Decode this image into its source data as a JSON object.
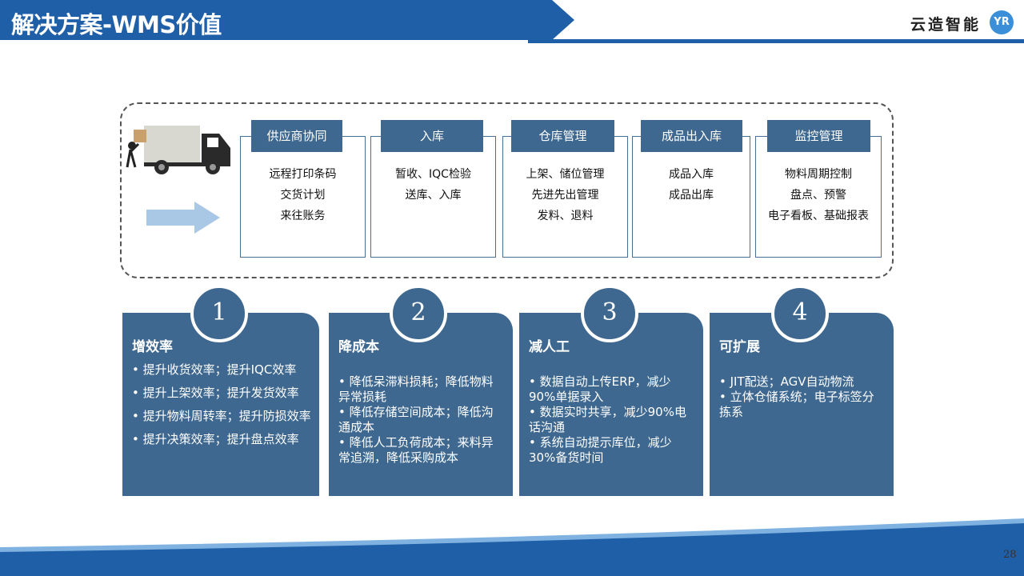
{
  "header": {
    "title": "解决方案-WMS价值",
    "logo_text": "云造智能",
    "logo_mark": "YR"
  },
  "modules": [
    {
      "title": "供应商协同",
      "items": [
        "远程打印条码",
        "交货计划",
        "来往账务"
      ]
    },
    {
      "title": "入库",
      "items": [
        "暂收、IQC检验",
        "送库、入库"
      ]
    },
    {
      "title": "仓库管理",
      "items": [
        "上架、储位管理",
        "先进先出管理",
        "发料、退料"
      ]
    },
    {
      "title": "成品出入库",
      "items": [
        "成品入库",
        "成品出库"
      ]
    },
    {
      "title": "监控管理",
      "items": [
        "物料周期控制",
        "盘点、预警",
        "电子看板、基础报表"
      ]
    }
  ],
  "values": [
    {
      "num": "1",
      "title": "增效率",
      "items": [
        "•  提升收货效率；提升IQC效率",
        "•  提升上架效率；提升发货效率",
        "•  提升物料周转率；提升防损效率",
        "•  提升决策效率；提升盘点效率"
      ]
    },
    {
      "num": "2",
      "title": "降成本",
      "items": [
        "•  降低呆滞料损耗；降低物料异常损耗",
        "•  降低存储空间成本；降低沟通成本",
        "•  降低人工负荷成本；来料异常追溯，降低采购成本"
      ]
    },
    {
      "num": "3",
      "title": "减人工",
      "items": [
        "•  数据自动上传ERP，减少90%单据录入",
        "•  数据实时共享，减少90%电话沟通",
        "•  系统自动提示库位，减少30%备货时间"
      ]
    },
    {
      "num": "4",
      "title": "可扩展",
      "items": [
        "•  JIT配送；AGV自动物流",
        "•  立体仓储系统；电子标签分拣系"
      ]
    }
  ],
  "page_number": "28"
}
